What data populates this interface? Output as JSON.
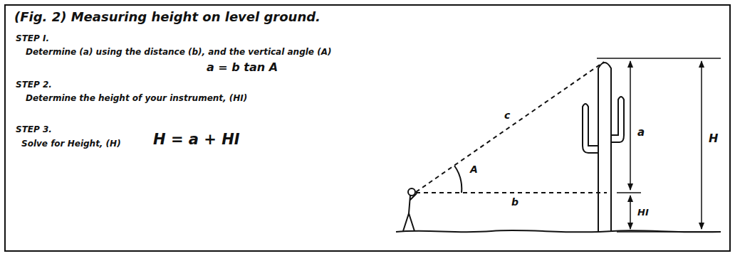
{
  "diagram": {
    "title": "(Fig. 2) Measuring height on level ground.",
    "labels": [
      "STEP I.",
      "Determine (a) using the distance (b), and the vertical angle (A)",
      "a = b tan A",
      "STEP 2.",
      "Determine the height of your instrument, (HI)",
      "STEP 3.",
      "Solve for Height, (H)",
      "H = a + HI",
      "c",
      "a",
      "H",
      "A",
      "b",
      "HI"
    ]
  }
}
